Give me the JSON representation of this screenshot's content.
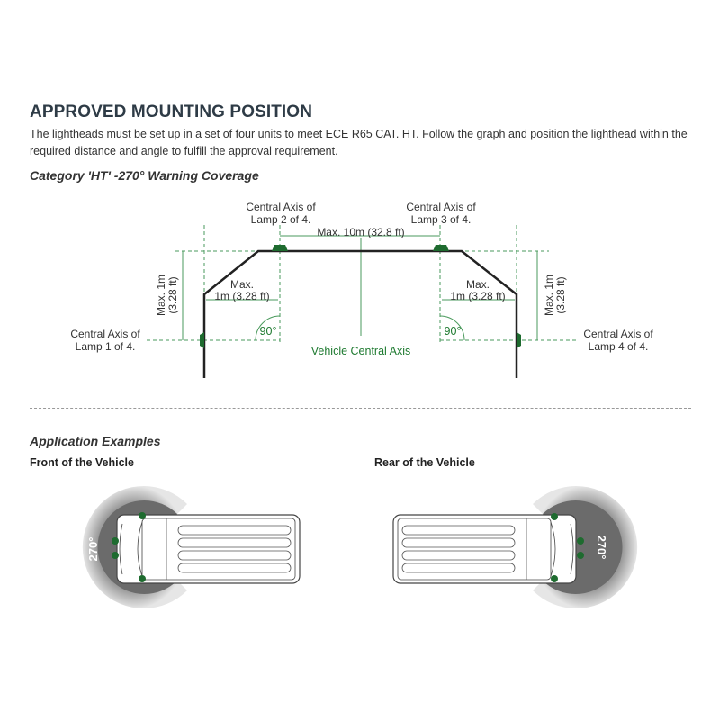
{
  "title": "APPROVED MOUNTING POSITION",
  "intro": "The lightheads must be set up in a set of four units to meet ECE R65 CAT. HT. Follow the graph and position the lighthead within the required distance and angle to fulfill the approval requirement.",
  "diagram": {
    "subtitle": "Category 'HT' -270° Warning Coverage",
    "lamp2": [
      "Central Axis of",
      "Lamp 2 of 4."
    ],
    "lamp3": [
      "Central Axis of",
      "Lamp 3 of 4."
    ],
    "lamp1": [
      "Central Axis of",
      "Lamp 1 of 4."
    ],
    "lamp4": [
      "Central Axis of",
      "Lamp 4 of 4."
    ],
    "max_width": "Max. 10m (32.8 ft)",
    "max_1m_vertical": [
      "Max. 1m",
      "(3.28 ft)"
    ],
    "max_1m_horizontal": [
      "Max.",
      "1m (3.28 ft)"
    ],
    "angle": "90°",
    "central_axis": "Vehicle Central Axis",
    "colors": {
      "lamp": "#1e6b2f",
      "guide": "#4a9a5c",
      "body": "#222222"
    }
  },
  "examples": {
    "heading": "Application Examples",
    "front_label": "Front of the Vehicle",
    "rear_label": "Rear of the Vehicle",
    "coverage": "270°"
  }
}
